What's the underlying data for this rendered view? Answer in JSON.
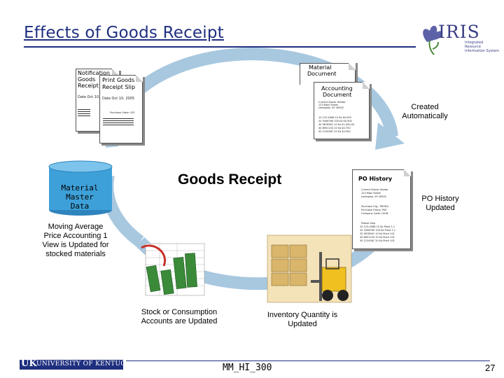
{
  "slide": {
    "title": "Effects of Goods Receipt",
    "course_code": "MM_HI_300",
    "page_number": "27"
  },
  "logos": {
    "iris_name": "IRIS",
    "iris_tagline": "Integrated Resource Information System",
    "uk_text": "UNIVERSITY OF KENTUCKY",
    "uk_mark": "UK"
  },
  "center": {
    "label": "Goods Receipt",
    "cycle_color": "#a8c8e0"
  },
  "documents": {
    "notification": {
      "line1": "Notification",
      "line2": "Goods",
      "line3": "Receipt",
      "date": "Date Oct 10,"
    },
    "print_slip": {
      "line1": "Print Goods",
      "line2": "Receipt Slip",
      "date": "Date Oct 10, 2005",
      "subheading": "Purchase Order: 451"
    },
    "material_doc": {
      "line1": "Material",
      "line2": "Document"
    },
    "accounting_doc": {
      "line1": "Accounting",
      "line2": "Document",
      "addr1": "Current Stores Vendor",
      "addr2": "123 Main Street",
      "addr3": "Lexington, KY 40502",
      "rows": [
        "10  123-4568  10  Ea  $0.500",
        "20  3456789  100 Ea  $0.500",
        "30  5678901  10  Ea  $1,000.00",
        "40  8901234  10  Ea  $0.750",
        "50  1234567  20  Ea  $0.500"
      ]
    },
    "po_history": {
      "title": "PO History",
      "addr1": "Current Stores Vendor",
      "addr2": "123 Main Street",
      "addr3": "Lexington, KY 40502",
      "meta1": "Purchase Org.: PRORG",
      "meta2": "Purchase Group: P00",
      "meta3": "Company Code: LXUN",
      "recv_title": "Please Ship",
      "rows": [
        "10 123-4568 10 Ea Plant 1.1",
        "20 3456789 100 Ea Plant 1.1",
        "30 5678901 10 Ea Plant 101",
        "40 8901234 10 Ea Plant 101",
        "50 1234567 20 Ea Plant 101"
      ]
    }
  },
  "captions": {
    "created_automatically": [
      "Created",
      "Automatically"
    ],
    "po_history_updated": [
      "PO History",
      "Updated"
    ],
    "moving_average": [
      "Moving Average",
      "Price Accounting 1",
      "View is Updated for",
      "stocked materials"
    ],
    "stock_consumption": [
      "Stock or Consumption",
      "Accounts are Updated"
    ],
    "inventory_quantity": [
      "Inventory Quantity is",
      "Updated"
    ]
  },
  "cylinder": {
    "lines": [
      "Material",
      "Master",
      "Data"
    ],
    "color": "#3ea0d8"
  }
}
